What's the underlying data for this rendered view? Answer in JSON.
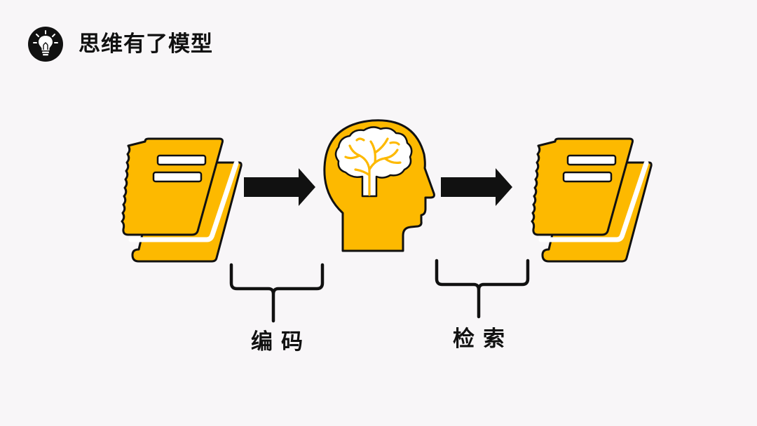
{
  "header": {
    "title": "思维有了模型",
    "icon": "lightbulb-icon"
  },
  "diagram": {
    "steps": [
      {
        "icon": "book-icon"
      },
      {
        "icon": "arrow-right-icon"
      },
      {
        "icon": "head-brain-icon"
      },
      {
        "icon": "arrow-right-icon"
      },
      {
        "icon": "book-icon"
      }
    ],
    "stages": [
      {
        "label": "编码"
      },
      {
        "label": "检索"
      }
    ]
  },
  "colors": {
    "accent": "#fdb900",
    "ink": "#111111",
    "background": "#f8f6f8",
    "page": "#ffffff"
  }
}
